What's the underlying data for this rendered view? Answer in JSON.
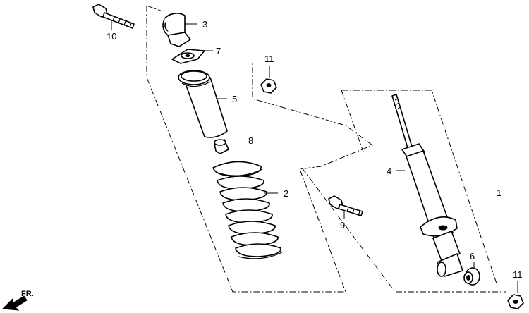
{
  "callouts": {
    "shock_assembly": "1",
    "spring": "2",
    "upper_mount": "3",
    "damper": "4",
    "dust_boot": "5",
    "bushing": "6",
    "spring_seat": "7",
    "bump_stop": "8",
    "lower_bolt": "9",
    "upper_bolt": "10",
    "nut_upper": "11",
    "nut_lower": "11"
  },
  "direction_label": "FR.",
  "colors": {
    "line": "#000000",
    "background": "#ffffff"
  }
}
